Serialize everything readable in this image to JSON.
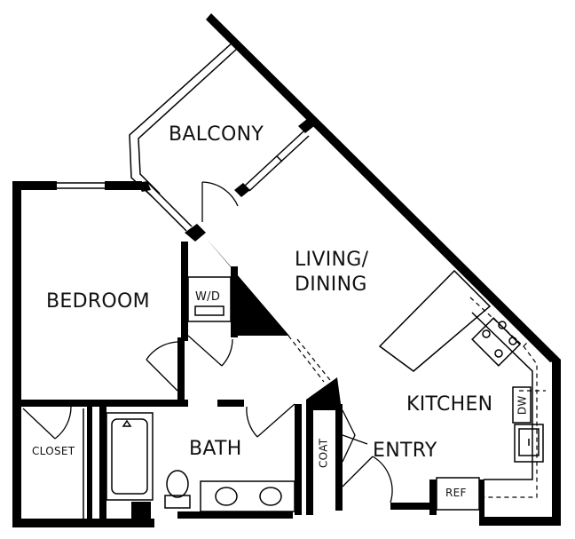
{
  "rooms": {
    "balcony": "BALCONY",
    "living_line1": "LIVING/",
    "living_line2": "DINING",
    "bedroom": "BEDROOM",
    "wd": "W/D",
    "kitchen": "KITCHEN",
    "dw": "DW",
    "bath": "BATH",
    "closet": "CLOSET",
    "coat": "COAT",
    "entry": "ENTRY",
    "ref": "REF"
  }
}
